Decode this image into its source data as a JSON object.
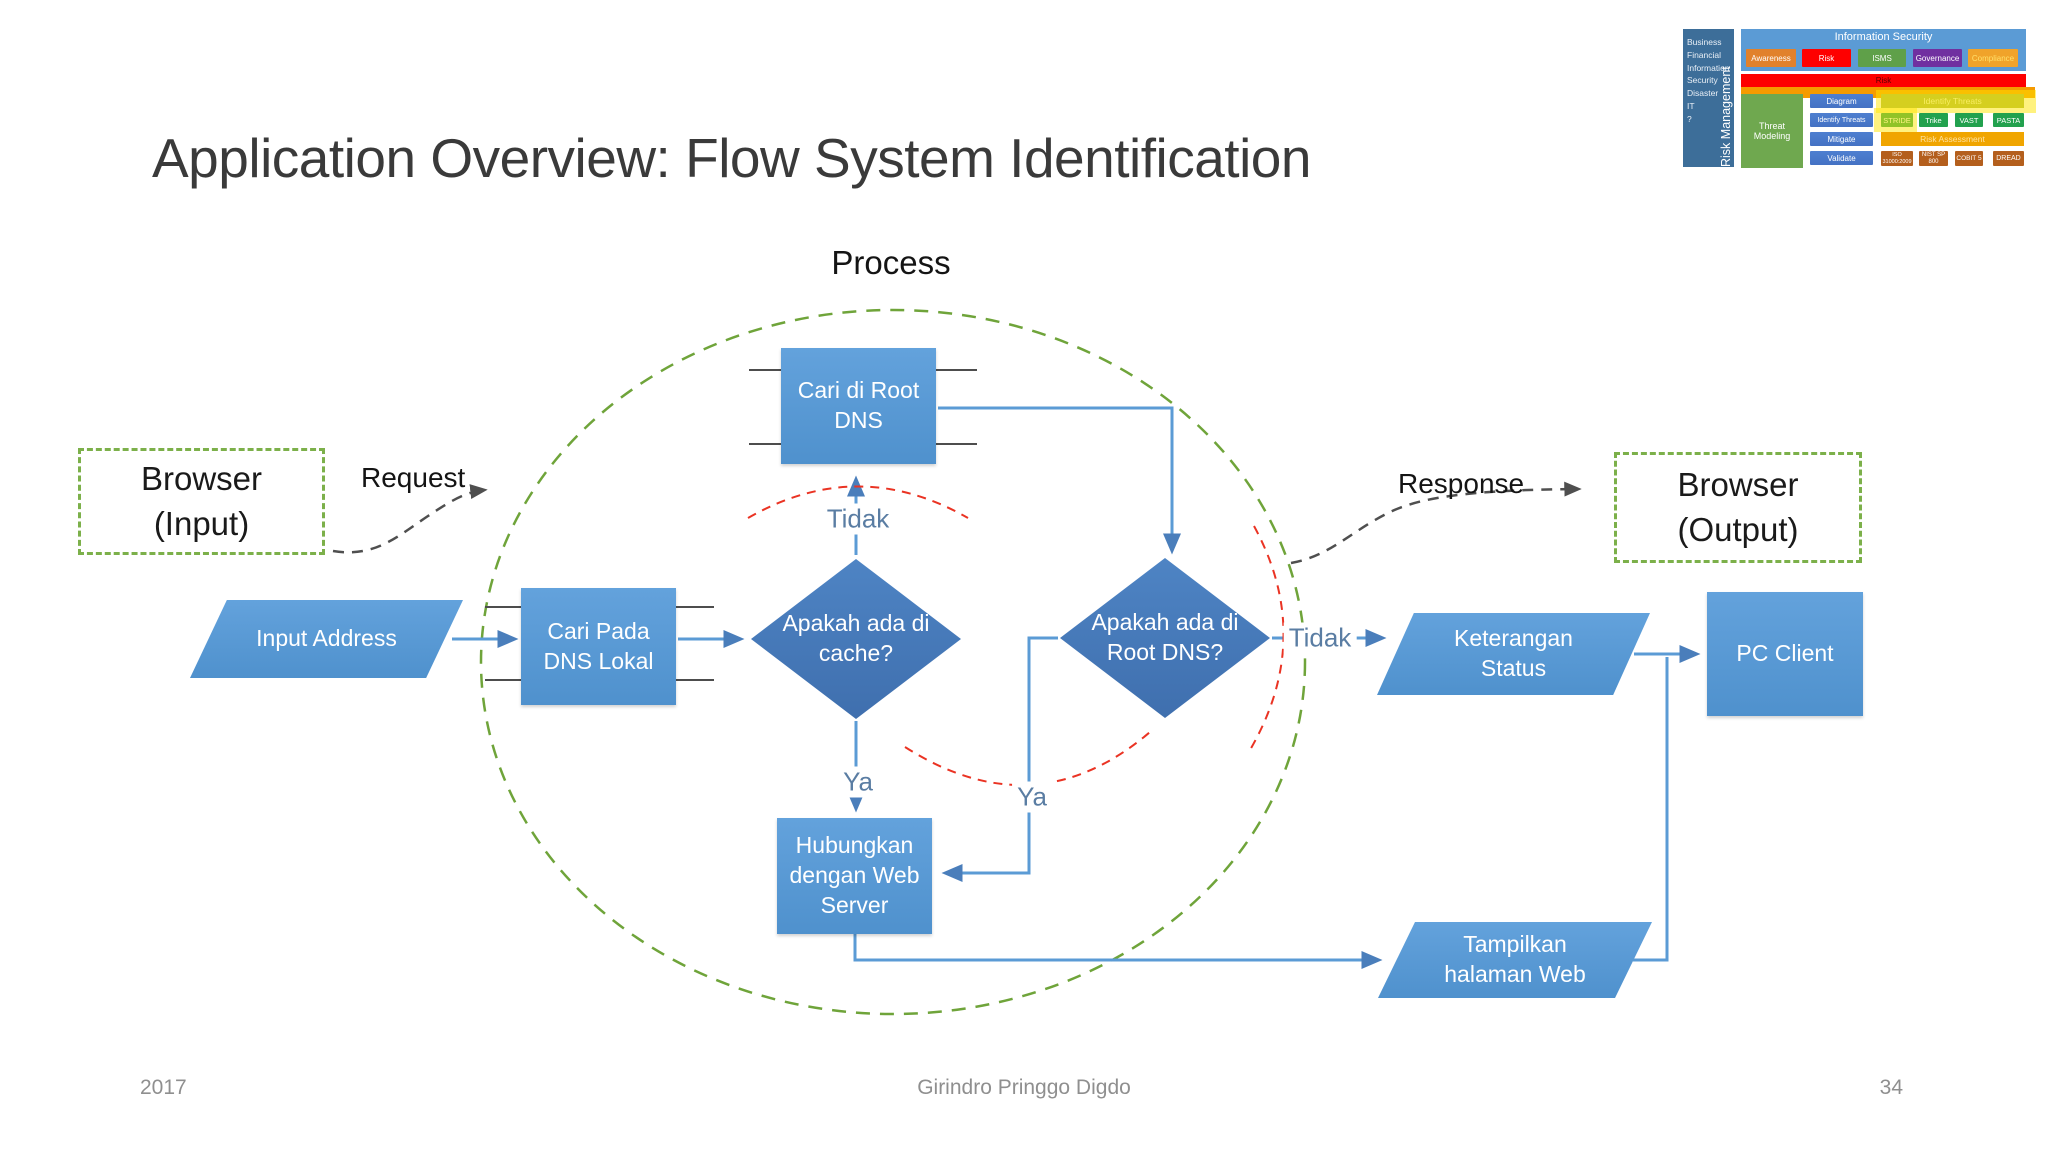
{
  "slide": {
    "title": "Application Overview: Flow System Identification",
    "footer": {
      "year": "2017",
      "author": "Girindro Pringgo Digdo",
      "page": "34"
    }
  },
  "flowchart": {
    "process_label": "Process",
    "request_label": "Request",
    "response_label": "Response",
    "nodes": {
      "browser_input_line1": "Browser",
      "browser_input_line2": "(Input)",
      "browser_output_line1": "Browser",
      "browser_output_line2": "(Output)",
      "input_address": "Input Address",
      "cari_pada_dns_lokal": "Cari Pada DNS Lokal",
      "cache_decision": "Apakah ada di cache?",
      "cari_di_root_dns": "Cari di Root DNS",
      "root_decision": "Apakah ada di Root DNS?",
      "hubungkan": "Hubungkan dengan Web Server",
      "keterangan_status": "Keterangan Status",
      "tampilkan": "Tampilkan halaman Web",
      "pc_client": "PC Client"
    },
    "edges": {
      "cache_no": "Tidak",
      "cache_yes": "Ya",
      "root_no": "Tidak",
      "root_yes": "Ya"
    },
    "colors": {
      "shape_blue": "#5b9bd5",
      "diamond_blue": "#4779b8",
      "connector_blue": "#5b9bd5",
      "dashed_green": "#6fa43a",
      "browser_border_green": "#7cb04a",
      "highlight_red": "#ea3323",
      "dashed_gray": "#4f4f4f"
    }
  },
  "thumbnail": {
    "header": "Information Security",
    "top_row": [
      "Awareness",
      "Risk",
      "ISMS",
      "Governance",
      "Compliance"
    ],
    "risk_bar": "Risk",
    "sidebar": {
      "vertical": "Risk Management",
      "items": [
        "Business",
        "Financial",
        "Information Security",
        "Disaster",
        "IT",
        "?"
      ]
    },
    "threat_modeling": "Threat Modeling",
    "steps": [
      "Diagram",
      "Identify Threats",
      "Mitigate",
      "Validate"
    ],
    "identify_threats_bar": "Identify Threats",
    "methods": [
      "STRIDE",
      "Trike",
      "VAST",
      "PASTA"
    ],
    "risk_assessment": "Risk Assessment",
    "frameworks": [
      "ISO 31000:2009",
      "NIST SP 800",
      "COBIT 5",
      "DREAD"
    ]
  }
}
